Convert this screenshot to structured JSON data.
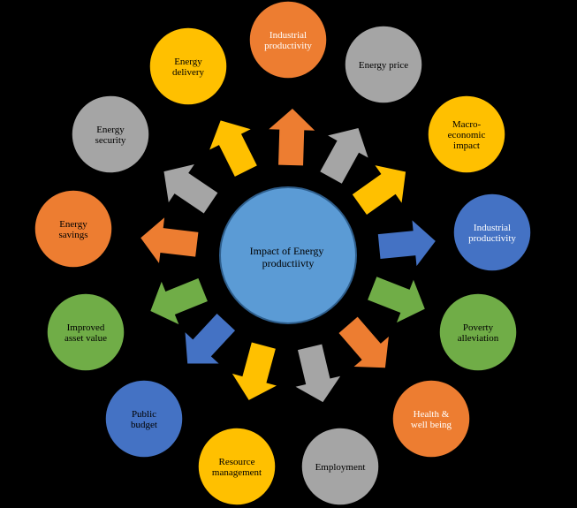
{
  "center": {
    "label_lines": [
      "Impact of Energy",
      "productiivty"
    ]
  },
  "colors": {
    "orange": "#ED7D31",
    "gray": "#A5A5A5",
    "yellow": "#FFC000",
    "blue": "#4472C4",
    "green": "#70AD47",
    "center": "#5B9BD5"
  },
  "nodes": [
    {
      "id": "industrial-productivity-top",
      "label_lines": [
        "Industrial",
        "productivity"
      ],
      "color": "#ED7D31",
      "text_color": "#FFFFFF"
    },
    {
      "id": "energy-price",
      "label_lines": [
        "Energy price"
      ],
      "color": "#A5A5A5",
      "text_color": "#000000"
    },
    {
      "id": "macro-economic-impact",
      "label_lines": [
        "Macro-",
        "economic",
        "impact"
      ],
      "color": "#FFC000",
      "text_color": "#000000"
    },
    {
      "id": "industrial-productivity-right",
      "label_lines": [
        "Industrial",
        "productivity"
      ],
      "color": "#4472C4",
      "text_color": "#FFFFFF"
    },
    {
      "id": "poverty-alleviation",
      "label_lines": [
        "Poverty",
        "alleviation"
      ],
      "color": "#70AD47",
      "text_color": "#000000"
    },
    {
      "id": "health-well-being",
      "label_lines": [
        "Health &",
        "well being"
      ],
      "color": "#ED7D31",
      "text_color": "#FFFFFF"
    },
    {
      "id": "employment",
      "label_lines": [
        "Employment"
      ],
      "color": "#A5A5A5",
      "text_color": "#000000"
    },
    {
      "id": "resource-management",
      "label_lines": [
        "Resource",
        "management"
      ],
      "color": "#FFC000",
      "text_color": "#000000"
    },
    {
      "id": "public-budget",
      "label_lines": [
        "Public",
        "budget"
      ],
      "color": "#4472C4",
      "text_color": "#000000"
    },
    {
      "id": "improved-asset-value",
      "label_lines": [
        "Improved",
        "asset value"
      ],
      "color": "#70AD47",
      "text_color": "#000000"
    },
    {
      "id": "energy-savings",
      "label_lines": [
        "Energy",
        "savings"
      ],
      "color": "#ED7D31",
      "text_color": "#000000"
    },
    {
      "id": "energy-security",
      "label_lines": [
        "Energy",
        "security"
      ],
      "color": "#A5A5A5",
      "text_color": "#000000"
    },
    {
      "id": "energy-delivery",
      "label_lines": [
        "Energy",
        "delivery"
      ],
      "color": "#FFC000",
      "text_color": "#000000"
    }
  ],
  "arrows": [
    {
      "id": "arrow-top",
      "color": "#ED7D31"
    },
    {
      "id": "arrow-energy-price",
      "color": "#A5A5A5"
    },
    {
      "id": "arrow-macro",
      "color": "#FFC000"
    },
    {
      "id": "arrow-industrial-right",
      "color": "#4472C4"
    },
    {
      "id": "arrow-poverty",
      "color": "#70AD47"
    },
    {
      "id": "arrow-health",
      "color": "#ED7D31"
    },
    {
      "id": "arrow-employment",
      "color": "#A5A5A5"
    },
    {
      "id": "arrow-resource",
      "color": "#FFC000"
    },
    {
      "id": "arrow-public",
      "color": "#4472C4"
    },
    {
      "id": "arrow-asset",
      "color": "#70AD47"
    },
    {
      "id": "arrow-savings",
      "color": "#ED7D31"
    },
    {
      "id": "arrow-security",
      "color": "#A5A5A5"
    },
    {
      "id": "arrow-delivery",
      "color": "#FFC000"
    }
  ]
}
